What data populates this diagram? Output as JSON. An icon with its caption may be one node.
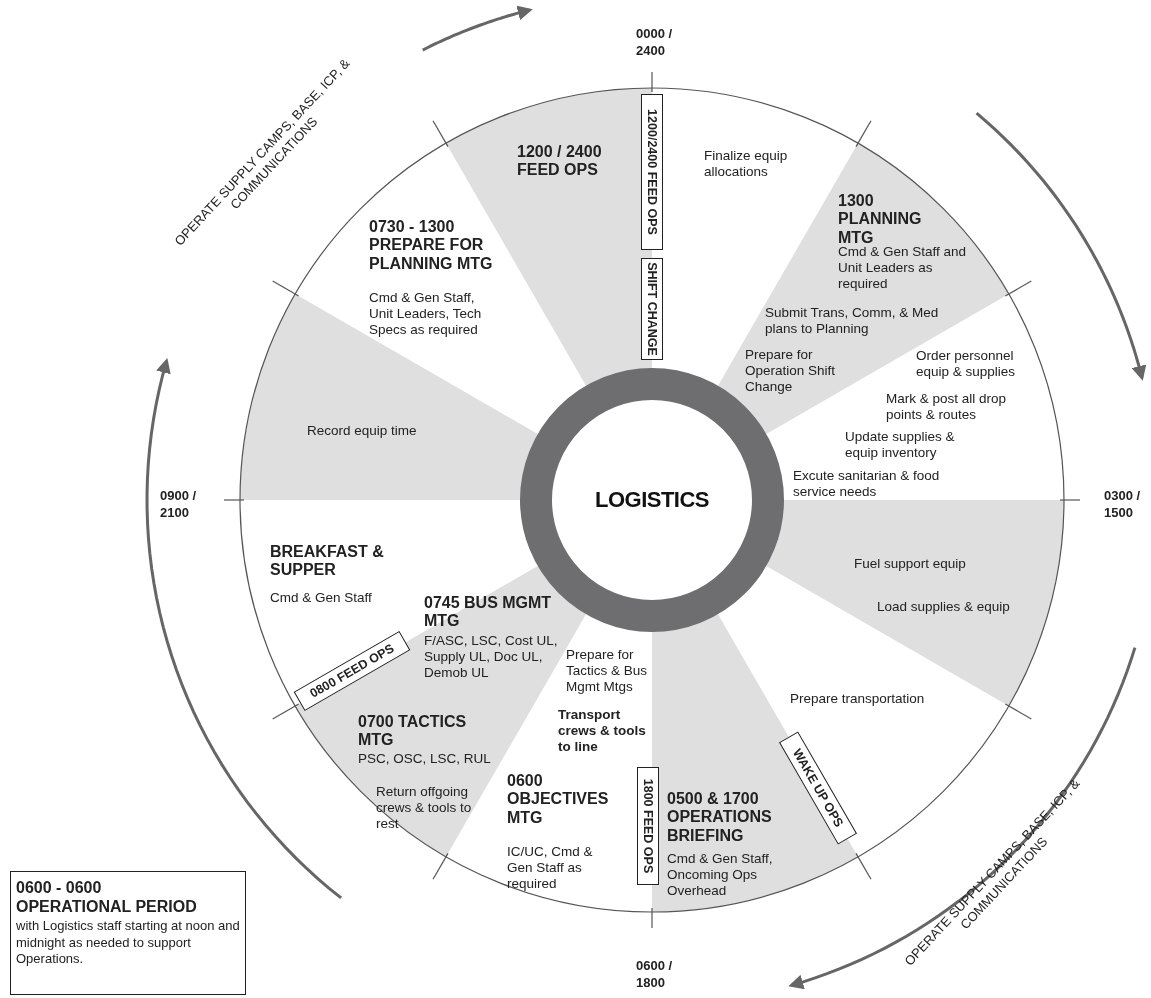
{
  "diagram": {
    "nodes": [
      {
        "text": [
          "1200 / 2400 FEED OPS"
        ]
      },
      {
        "text": [
          "Finalize equip allocations"
        ]
      },
      {
        "text": [
          "1300 PLANNING MTG",
          "Cmd & Gen Staff and Unit Leaders as required",
          "Submit Trans, Comm, & Med plans to Planning",
          "Prepare for Operation Shift Change"
        ]
      },
      {
        "text": [
          "Order personnel equip & supplies",
          "Mark & post all drop points & routes",
          "Update supplies & equip inventory",
          "Excute sanitarian & food service needs"
        ]
      },
      {
        "text": [
          "Fuel support equip",
          "Load supplies & equip"
        ]
      },
      {
        "text": [
          "Prepare transportation"
        ]
      },
      {
        "text": [
          "0500 & 1700 OPERATIONS BRIEFING",
          "Cmd & Gen Staff, Oncoming Ops Overhead"
        ]
      },
      {
        "text": [
          "0600 OBJECTIVES MTG",
          "IC/UC, Cmd & Gen Staff as required",
          "Prepare for Tactics & Bus Mgmt Mtgs",
          "Transport crews & tools to line"
        ]
      },
      {
        "text": [
          "0745 BUS MGMT MTG",
          "F/ASC, LSC, Cost UL, Supply UL, Doc UL, Demob UL",
          "0700 TACTICS MTG",
          "PSC, OSC, LSC, RUL",
          "Return offgoing crews & tools to rest"
        ]
      },
      {
        "text": [
          "BREAKFAST & SUPPER",
          "Cmd & Gen Staff"
        ]
      },
      {
        "text": [
          "Record equip time"
        ]
      },
      {
        "text": [
          "0730 - 1300 PREPARE FOR PLANNING MTG",
          "Cmd & Gen Staff, Unit Leaders, Tech Specs as required"
        ]
      },
      {
        "text": [
          "LOGISTICS"
        ]
      },
      {
        "text": [
          "1200/2400 FEED OPS"
        ]
      },
      {
        "text": [
          "SHIFT CHANGE"
        ]
      },
      {
        "text": [
          "0800 FEED OPS"
        ]
      },
      {
        "text": [
          "1800 FEED OPS"
        ]
      },
      {
        "text": [
          "WAKE UP OPS"
        ]
      },
      {
        "text": [
          "0600 - 0600 OPERATIONAL PERIOD",
          "with Logistics staff starting at noon and midnight as needed to support Operations."
        ]
      }
    ],
    "labels": [
      "OPERATE SUPPLY CAMPS, BASE, ICP, & COMMUNICATIONS",
      "0000 / 2400",
      "0900 / 2100",
      "0300 / 1500",
      "OPERATE SUPPLY CAMPS, BASE, ICP, & COMMUNICATIONS",
      "0600 / 1800"
    ]
  }
}
